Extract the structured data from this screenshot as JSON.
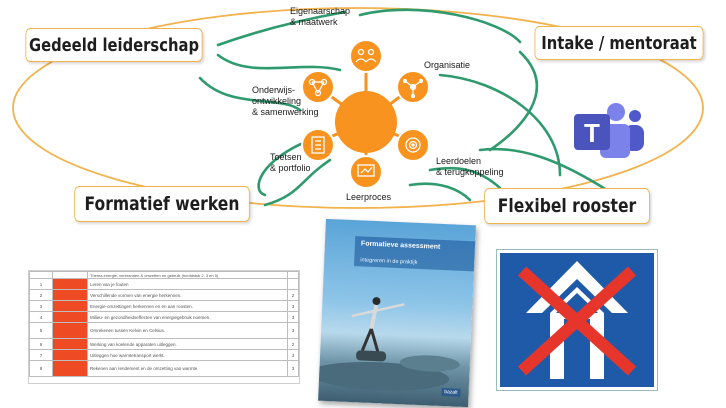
{
  "labels": {
    "leiderschap": "Gedeeld leiderschap",
    "intake": "Intake / mentoraat",
    "formatief": "Formatief werken",
    "rooster": "Flexibel rooster"
  },
  "hub_nodes": [
    {
      "label": "Eigenaarschap\n& maatwerk",
      "icon": "people-icon"
    },
    {
      "label": "Organisatie",
      "icon": "network-icon"
    },
    {
      "label": "Leerdoelen\n& terugkoppeling",
      "icon": "target-icon"
    },
    {
      "label": "Leerproces",
      "icon": "presentation-icon"
    },
    {
      "label": "Toetsen\n& portfolio",
      "icon": "document-icon"
    },
    {
      "label": "Onderwijs-\nontwikkeling\n& samenwerking",
      "icon": "connection-icon"
    }
  ],
  "colors": {
    "hub": "#f7931e",
    "curves": "#2f9a6e",
    "ellipse": "#f2b24c",
    "sign_blue": "#1e5aa8",
    "cross": "#e6352b"
  },
  "table": {
    "header": "Thema energie, verbranden & omzetten en gebruik (hoofdstuk 2, 3 en 5)",
    "rows": [
      {
        "num": "1",
        "text": "Leren van je fouten",
        "count": ""
      },
      {
        "num": "2",
        "text": "Verschillende vormen van energie herkennen.",
        "count": "2"
      },
      {
        "num": "3",
        "text": "Energie-omzettingen herkennen en en aan roosten.",
        "count": "3"
      },
      {
        "num": "4",
        "text": "Milieu- en gezondheidseffecten van energiegebruik noemen.",
        "count": "3"
      },
      {
        "num": "5",
        "text": "Omrekenen tussen Kelvin en Celsius.",
        "count": "3"
      },
      {
        "num": "6",
        "text": "Werking van koelende apparaten uitleggen.",
        "count": "2"
      },
      {
        "num": "7",
        "text": "Uitleggen hoe warmtetransport werkt.",
        "count": "3"
      },
      {
        "num": "8",
        "text": "Rekenen aan rendement en de omzetting van warmte.",
        "count": "3"
      }
    ]
  },
  "book": {
    "title": "Formatieve assessment",
    "subtitle": "integreren in de praktijk",
    "brand": "bazalt"
  },
  "sign_icon": "no-through-road-sign-icon",
  "teams_icon": "microsoft-teams-logo-icon"
}
